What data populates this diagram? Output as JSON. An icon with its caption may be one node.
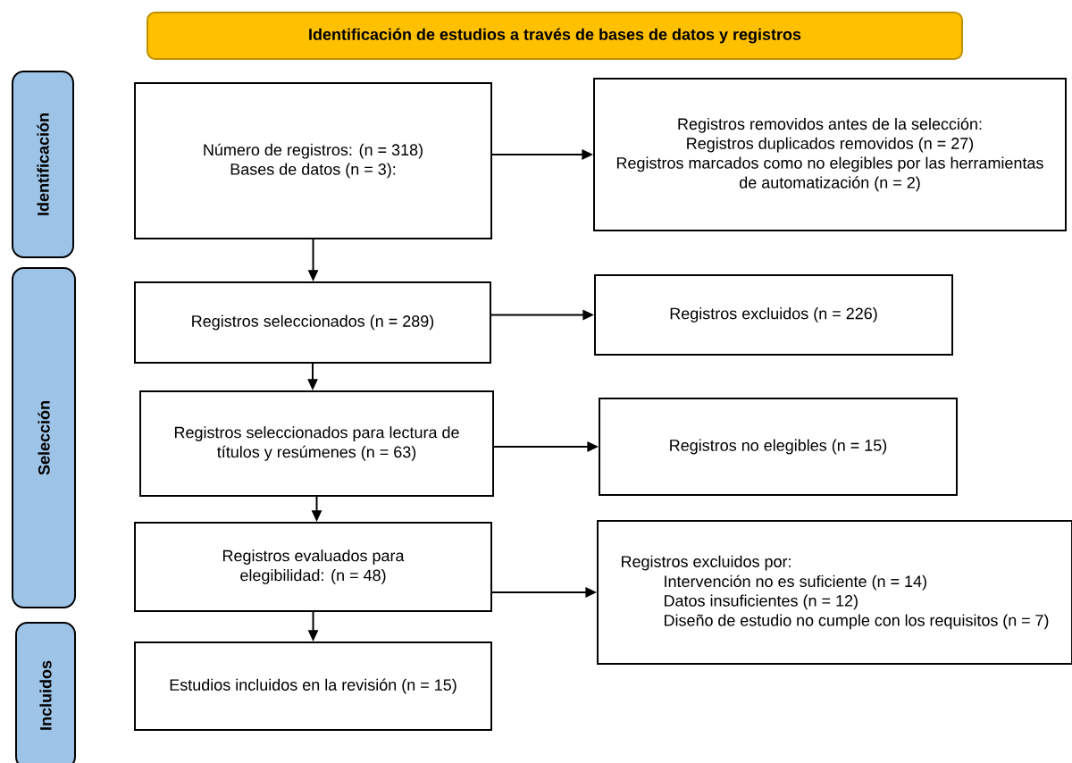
{
  "diagram": {
    "nodes": [
      {
        "text": [
          "Identificación de estudios a través de bases de datos y registros"
        ]
      },
      {
        "text": [
          "Identificación"
        ]
      },
      {
        "text": [
          "Selección"
        ]
      },
      {
        "text": [
          "Incluidos"
        ]
      },
      {
        "text": [
          "Número de registros: (n = 318)",
          "Bases de datos (n = 3):"
        ]
      },
      {
        "text": [
          "Registros removidos antes de la selección:",
          "Registros duplicados removidos (n = 27)",
          "Registros marcados como no elegibles por las herramientas de automatización (n = 2)"
        ]
      },
      {
        "text": [
          "Registros seleccionados (n = 289)"
        ]
      },
      {
        "text": [
          "Registros excluidos (n = 226)"
        ]
      },
      {
        "text": [
          "Registros seleccionados para lectura de títulos y resúmenes (n = 63)"
        ]
      },
      {
        "text": [
          "Registros no elegibles (n = 15)"
        ]
      },
      {
        "text": [
          "Registros evaluados para elegibilidad: (n = 48)"
        ]
      },
      {
        "text": [
          "Registros excluidos por:",
          "Intervención no es suficiente (n = 14)",
          "Datos insuficientes (n = 12)",
          "Diseño de estudio no cumple con los requisitos (n = 7)"
        ]
      },
      {
        "text": [
          "Estudios incluidos en la revisión (n = 15)"
        ]
      }
    ],
    "edges": [
      {
        "from": 4,
        "to": 5,
        "arrow": "to"
      },
      {
        "from": 4,
        "to": 6,
        "arrow": "to"
      },
      {
        "from": 6,
        "to": 7,
        "arrow": "to"
      },
      {
        "from": 6,
        "to": 8,
        "arrow": "to"
      },
      {
        "from": 8,
        "to": 9,
        "arrow": "to"
      },
      {
        "from": 8,
        "to": 10,
        "arrow": "to"
      },
      {
        "from": 10,
        "to": 11,
        "arrow": "to"
      },
      {
        "from": 10,
        "to": 12,
        "arrow": "to"
      }
    ]
  }
}
